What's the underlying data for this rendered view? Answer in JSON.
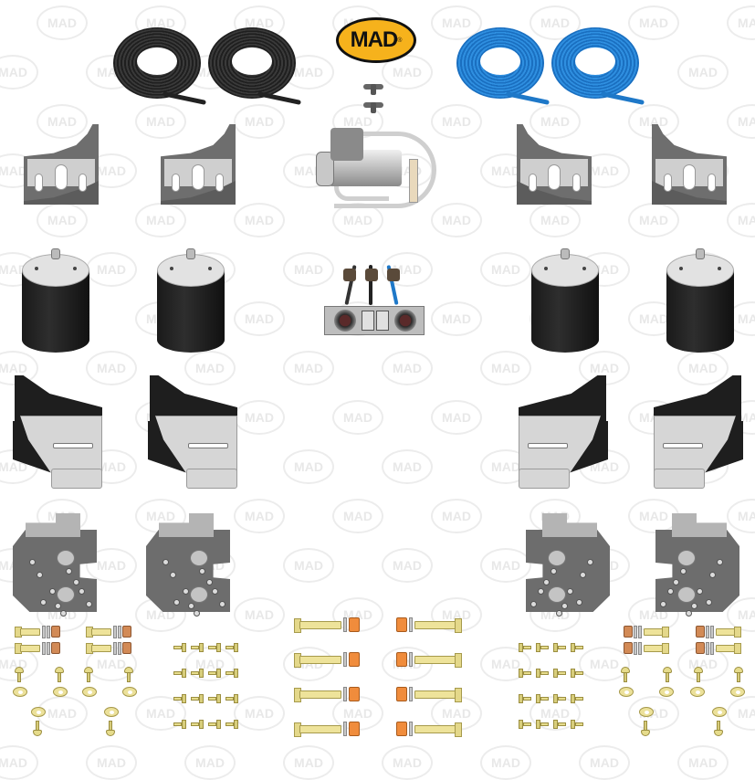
{
  "image": {
    "description": "MAD air suspension kit components exploded view",
    "background": "#ffffff",
    "watermark_text": "MAD"
  },
  "logo": {
    "text": "MAD",
    "registered_mark": "®",
    "fill_color": "#f6b21c",
    "outline_color": "#111111"
  },
  "components": {
    "air_lines": [
      {
        "name": "black air line coil",
        "color": "#222222",
        "count": 2
      },
      {
        "name": "blue air line coil",
        "color": "#1e78c8",
        "count": 2
      }
    ],
    "tee_fittings": {
      "count": 2
    },
    "compressor": {
      "count": 1
    },
    "gauge_panel": {
      "gauges": 2,
      "switches": 2
    },
    "upper_brackets": {
      "count": 4
    },
    "air_bags": {
      "count": 4
    },
    "lower_brackets": {
      "count": 4
    },
    "base_plates": {
      "count": 4
    },
    "hardware": {
      "long_bolt_sets": 8,
      "countersunk_screws_per_side": 16,
      "studs_per_side": 6,
      "washers_per_side": 6
    }
  }
}
